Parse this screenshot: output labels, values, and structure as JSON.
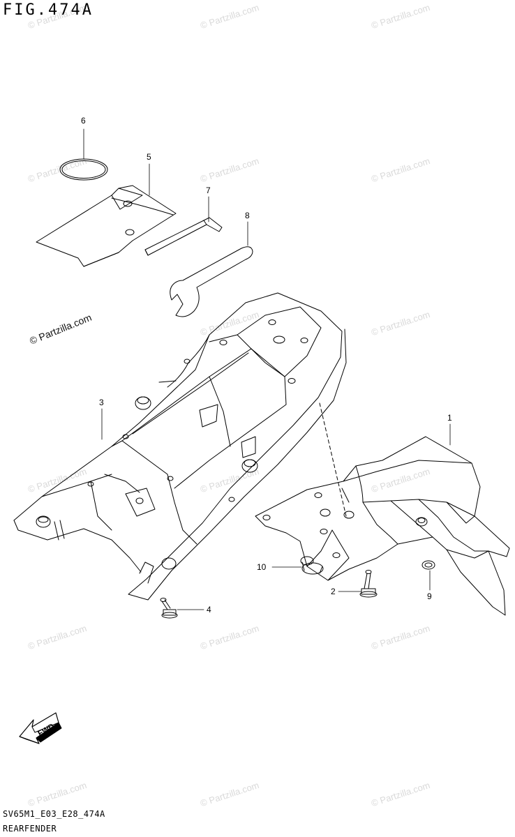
{
  "header": {
    "figure_title": "FIG.474A"
  },
  "footer": {
    "model_code": "SV65M1_E03_E28_474A",
    "section_name": "REARFENDER"
  },
  "callouts": [
    {
      "number": "1",
      "part": "rear-fender"
    },
    {
      "number": "2",
      "part": "fender-bolt"
    },
    {
      "number": "3",
      "part": "seat-tail-tray"
    },
    {
      "number": "4",
      "part": "tray-bolt"
    },
    {
      "number": "5",
      "part": "tool-bag"
    },
    {
      "number": "6",
      "part": "band"
    },
    {
      "number": "7",
      "part": "hex-wrench"
    },
    {
      "number": "8",
      "part": "spanner"
    },
    {
      "number": "9",
      "part": "washer"
    },
    {
      "number": "10",
      "part": "rubber-cushion"
    }
  ],
  "direction_marker": {
    "label": "FWD"
  },
  "watermark": {
    "text": "© Partzilla.com"
  },
  "colors": {
    "line": "#000000",
    "watermark": "#d9d9d9",
    "background": "#ffffff"
  }
}
